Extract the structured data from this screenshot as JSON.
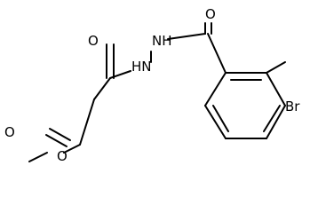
{
  "molecule": {
    "atoms": {
      "ketone_oxygen_left": "O",
      "hydrazide_nh_upper": "NH",
      "hydrazide_nh_lower": "HN",
      "benzoyl_oxygen": "O",
      "ester_carbonyl_oxygen": "O",
      "ester_ether_oxygen": "O",
      "bromine": "Br"
    },
    "colors": {
      "bond": "#000000",
      "label": "#000000",
      "background": "#ffffff"
    }
  }
}
